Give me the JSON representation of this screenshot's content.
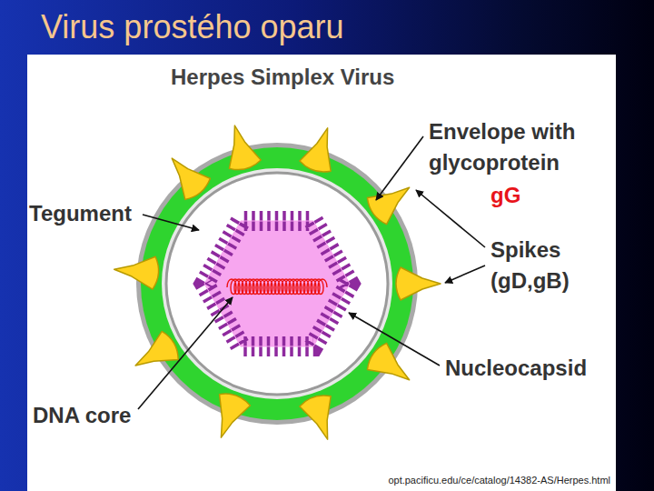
{
  "diagram": {
    "title": "Virus prostého oparu",
    "labels": [
      "Herpes Simplex Virus",
      "Envelope with glycoprotein",
      "gG",
      "Spikes (gD,gB)",
      "Tegument",
      "Nucleocapsid",
      "DNA core",
      "opt.pacificu.edu/ce/catalog/14382-AS/Herpes.html"
    ]
  }
}
